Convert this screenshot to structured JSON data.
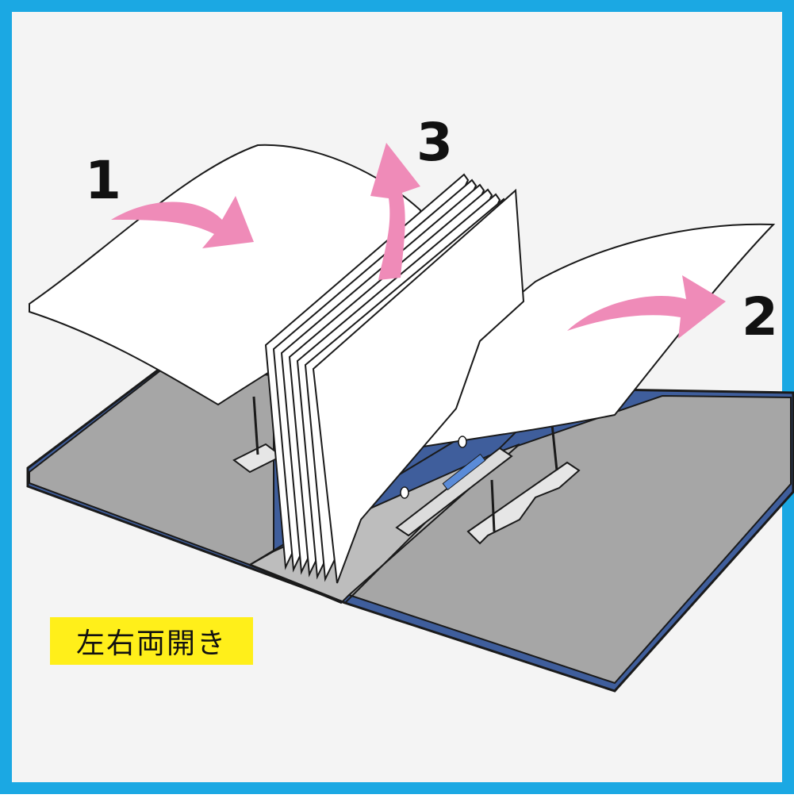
{
  "colors": {
    "frame": "#1ba8e3",
    "arrow": "#ef8bb8",
    "binder_inner": "#a6a6a6",
    "binder_edge": "#3f5e9c",
    "label_bg": "#ffef1a"
  },
  "steps": {
    "one": "1",
    "two": "2",
    "three": "3"
  },
  "caption": "左右両開き"
}
